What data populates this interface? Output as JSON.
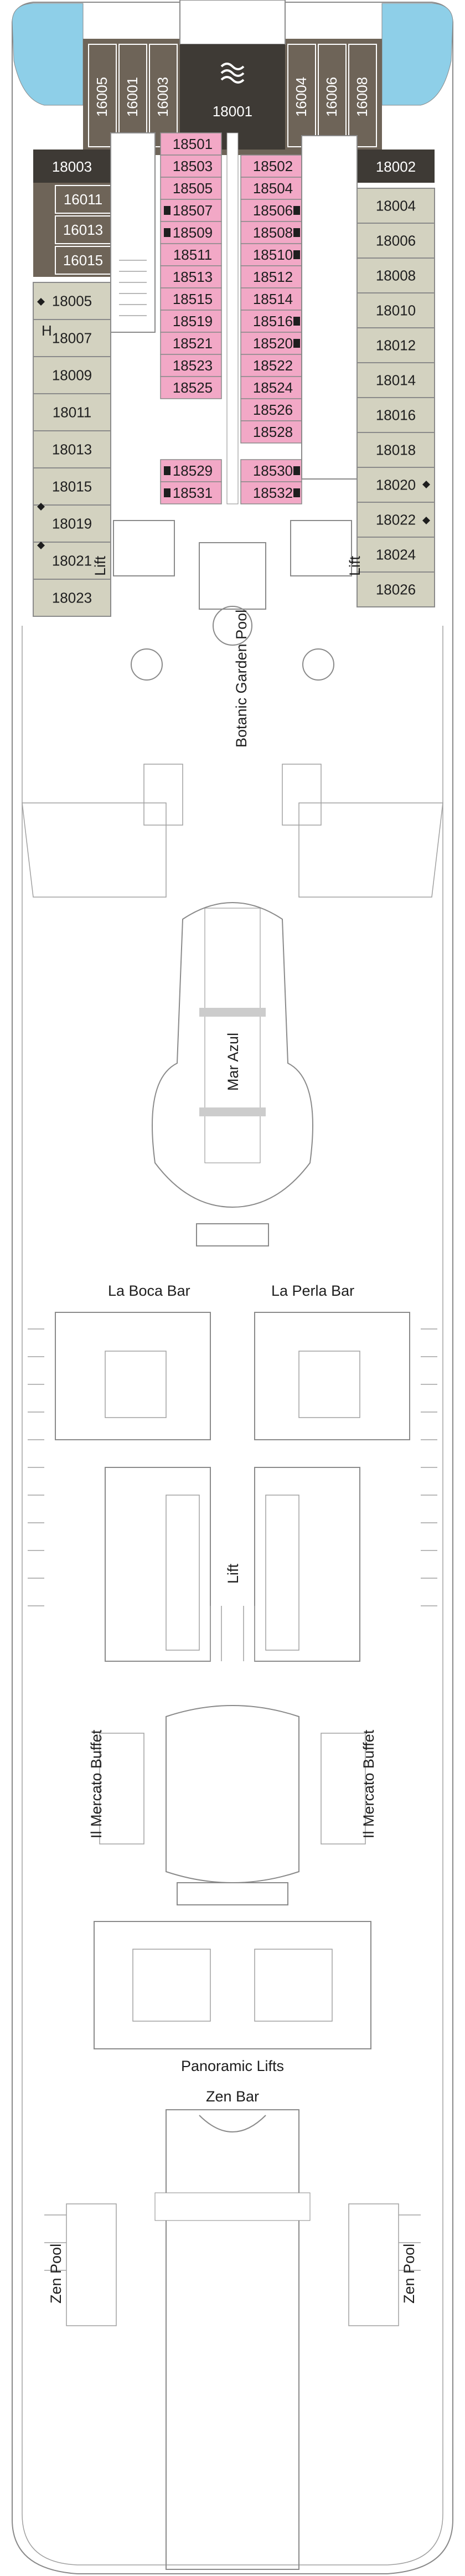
{
  "colors": {
    "suite": "#6e6458",
    "suite_dark": "#3e3a35",
    "balcony": "#d3d2c0",
    "inside": "#f2a8c6",
    "pool": "#8ecfe8",
    "structure": "#8a8a8a",
    "background": "#ffffff"
  },
  "icons": [
    "wave-icon",
    "accessible-cabin-icon",
    "diamond-icon"
  ],
  "fwd_suites": {
    "left": [
      "16005",
      "16001",
      "16003"
    ],
    "center": "18001",
    "right": [
      "16004",
      "16006",
      "16008"
    ]
  },
  "fwd_corners": {
    "left": "18003",
    "right": "18002"
  },
  "aft_suites_left": [
    "16011",
    "16013",
    "16015"
  ],
  "left_cabins": [
    "18005",
    "18007",
    "18009",
    "18011",
    "18013",
    "18015",
    "18019",
    "18021",
    "18023"
  ],
  "right_cabins": [
    "18004",
    "18006",
    "18008",
    "18010",
    "18012",
    "18014",
    "18016",
    "18018",
    "18020",
    "18022",
    "18024",
    "18026"
  ],
  "side_marker": "H",
  "inside_left": [
    "18501",
    "18503",
    "18505",
    "18507",
    "18509",
    "18511",
    "18513",
    "18515",
    "18519",
    "18521",
    "18523",
    "18525"
  ],
  "inside_right": [
    "18502",
    "18504",
    "18506",
    "18508",
    "18510",
    "18512",
    "18514",
    "18516",
    "18520",
    "18522",
    "18524",
    "18526",
    "18528"
  ],
  "inside_aft_left": [
    "18529",
    "18531"
  ],
  "inside_aft_right": [
    "18530",
    "18532"
  ],
  "labels": {
    "lift": "Lift",
    "botanic_pool": "Botanic Garden Pool",
    "mar_azul": "Mar Azul",
    "la_boca": "La Boca Bar",
    "la_perla": "La Perla Bar",
    "il_mercato": "Il Mercato Buffet",
    "panoramic_lifts": "Panoramic Lifts",
    "zen_bar": "Zen Bar",
    "zen_pool": "Zen Pool"
  }
}
